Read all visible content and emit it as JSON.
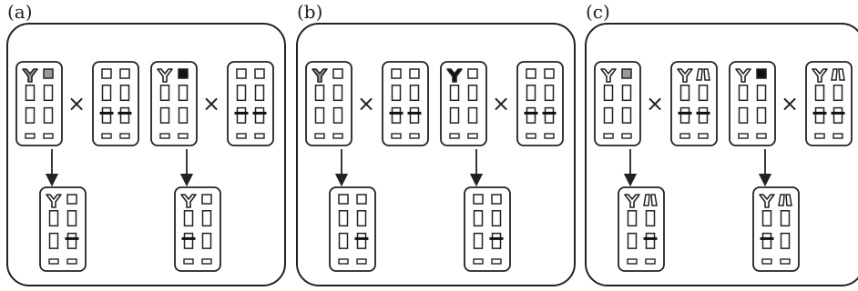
{
  "panels": [
    {
      "label": "(a)",
      "crosses": [
        {
          "parent1": {
            "y_chromosome": "grey",
            "chrom2": "grey",
            "markers": "none"
          },
          "operator": "×",
          "parent2": {
            "y_chromosome": "none",
            "chrom2": "plain",
            "markers": "both"
          },
          "offspring": {
            "y_chromosome": "plain",
            "chrom2": "plain",
            "markers": "right"
          }
        },
        {
          "parent1": {
            "y_chromosome": "plain",
            "chrom2": "black",
            "markers": "none"
          },
          "operator": "×",
          "parent2": {
            "y_chromosome": "none",
            "chrom2": "plain",
            "markers": "both"
          },
          "offspring": {
            "y_chromosome": "plain",
            "chrom2": "plain",
            "markers": "left"
          }
        }
      ]
    },
    {
      "label": "(b)",
      "crosses": [
        {
          "parent1": {
            "y_chromosome": "grey",
            "chrom2": "plain",
            "markers": "none"
          },
          "operator": "×",
          "parent2": {
            "y_chromosome": "none",
            "chrom2": "plain",
            "markers": "both"
          },
          "offspring": {
            "y_chromosome": "none",
            "chrom2": "plain",
            "markers": "right"
          }
        },
        {
          "parent1": {
            "y_chromosome": "black",
            "chrom2": "plain",
            "markers": "none"
          },
          "operator": "×",
          "parent2": {
            "y_chromosome": "none",
            "chrom2": "plain",
            "markers": "both"
          },
          "offspring": {
            "y_chromosome": "none",
            "chrom2": "plain",
            "markers": "right"
          }
        }
      ]
    },
    {
      "label": "(c)",
      "crosses": [
        {
          "parent1": {
            "y_chromosome": "plain",
            "chrom2": "grey",
            "markers": "none"
          },
          "operator": "×",
          "parent2": {
            "y_chromosome": "plain",
            "chrom2": "split",
            "markers": "both"
          },
          "offspring": {
            "y_chromosome": "plain",
            "chrom2": "split",
            "markers": "right"
          }
        },
        {
          "parent1": {
            "y_chromosome": "plain",
            "chrom2": "black",
            "markers": "none"
          },
          "operator": "×",
          "parent2": {
            "y_chromosome": "plain",
            "chrom2": "split",
            "markers": "both"
          },
          "offspring": {
            "y_chromosome": "plain",
            "chrom2": "split",
            "markers": "left"
          }
        }
      ]
    }
  ],
  "colors": {
    "stroke": "#222222",
    "grey": "#999999",
    "black": "#111111",
    "background": "#ffffff"
  }
}
